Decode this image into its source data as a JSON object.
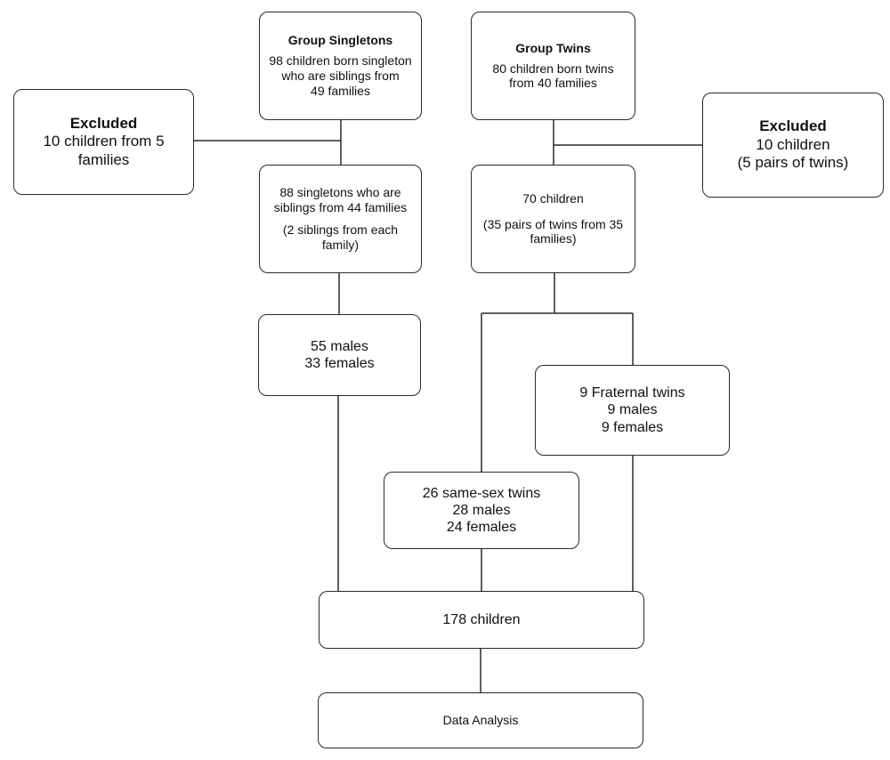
{
  "singletons": {
    "title": "Group Singletons",
    "line1": "98 children born singleton",
    "line2": "who are siblings from",
    "line3": "49 families"
  },
  "twins": {
    "title": "Group Twins",
    "line1": "80 children born twins",
    "line2": "from 40 families"
  },
  "excluded_left": {
    "title": "Excluded",
    "line1": "10 children from 5",
    "line2": "families"
  },
  "excluded_right": {
    "title": "Excluded",
    "line1": "10 children",
    "line2": "(5 pairs of twins)"
  },
  "singletons_kept": {
    "line1": "88 singletons who are",
    "line2": "siblings from 44 families",
    "line3": "(2 siblings from each",
    "line4": "family)"
  },
  "twins_kept": {
    "line1": "70 children",
    "line2": "(35 pairs of twins from 35",
    "line3": "families)"
  },
  "singletons_sex": {
    "line1": "55 males",
    "line2": "33 females"
  },
  "fraternal": {
    "line1": "9 Fraternal twins",
    "line2": "9 males",
    "line3": "9 females"
  },
  "same_sex": {
    "line1": "26 same-sex twins",
    "line2": "28 males",
    "line3": "24 females"
  },
  "total": {
    "label": "178 children"
  },
  "analysis": {
    "label": "Data Analysis"
  }
}
